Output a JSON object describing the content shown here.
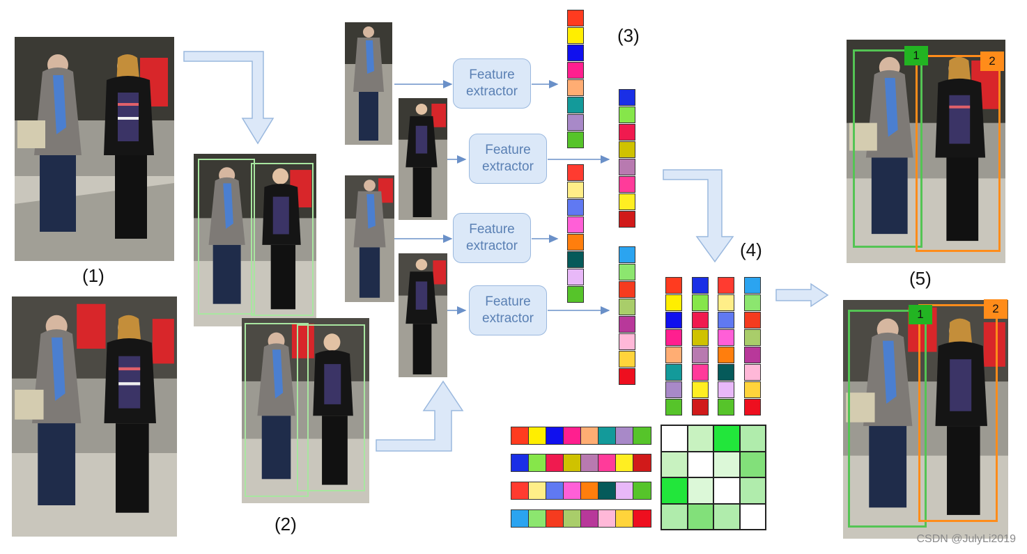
{
  "labels": {
    "step1": "(1)",
    "step2": "(2)",
    "step3": "(3)",
    "step4": "(4)",
    "step5": "(5)"
  },
  "feature_extractor": {
    "line1": "Feature",
    "line2": "extractor"
  },
  "badges": {
    "id1": "1",
    "id2": "2"
  },
  "watermark": "CSDN @JulyLi2019",
  "colors": {
    "arrow_fill": "#dce8f8",
    "arrow_stroke": "#9ab8de",
    "box_green": "#54c454",
    "box_orange": "#ff8c1a",
    "detection_green": "#a8e6a0",
    "badge_green": "#22b422",
    "badge_orange": "#ff8c1a"
  },
  "feature_vectors": {
    "vec_a": [
      "#ff3b1f",
      "#ffee00",
      "#1010ee",
      "#ff1f8f",
      "#ffad73",
      "#139a9a",
      "#a889c8",
      "#56c42a"
    ],
    "vec_b": [
      "#1a2fe6",
      "#86e64a",
      "#f01a4f",
      "#cfc200",
      "#b87ab0",
      "#ff3b9a",
      "#ffee22",
      "#d11a1a"
    ],
    "vec_c": [
      "#ff3b30",
      "#ffee88",
      "#6079f2",
      "#ff5fd7",
      "#ff7e0d",
      "#055a5a",
      "#e8b8f8",
      "#56c42a"
    ],
    "vec_d": [
      "#2ba4f0",
      "#8ce66f",
      "#f53b1f",
      "#a9cd6a",
      "#b8389a",
      "#ffb8d8",
      "#ffd43b",
      "#ee0f1f"
    ]
  },
  "similarity_matrix": [
    [
      "#ffffff",
      "#c8f2c0",
      "#22e63b",
      "#b0ecac"
    ],
    [
      "#c8f2c0",
      "#ffffff",
      "#dcf8d8",
      "#82e07a"
    ],
    [
      "#22e63b",
      "#dcf8d8",
      "#ffffff",
      "#b0ecac"
    ],
    [
      "#b0ecac",
      "#82e07a",
      "#b0ecac",
      "#ffffff"
    ]
  ]
}
